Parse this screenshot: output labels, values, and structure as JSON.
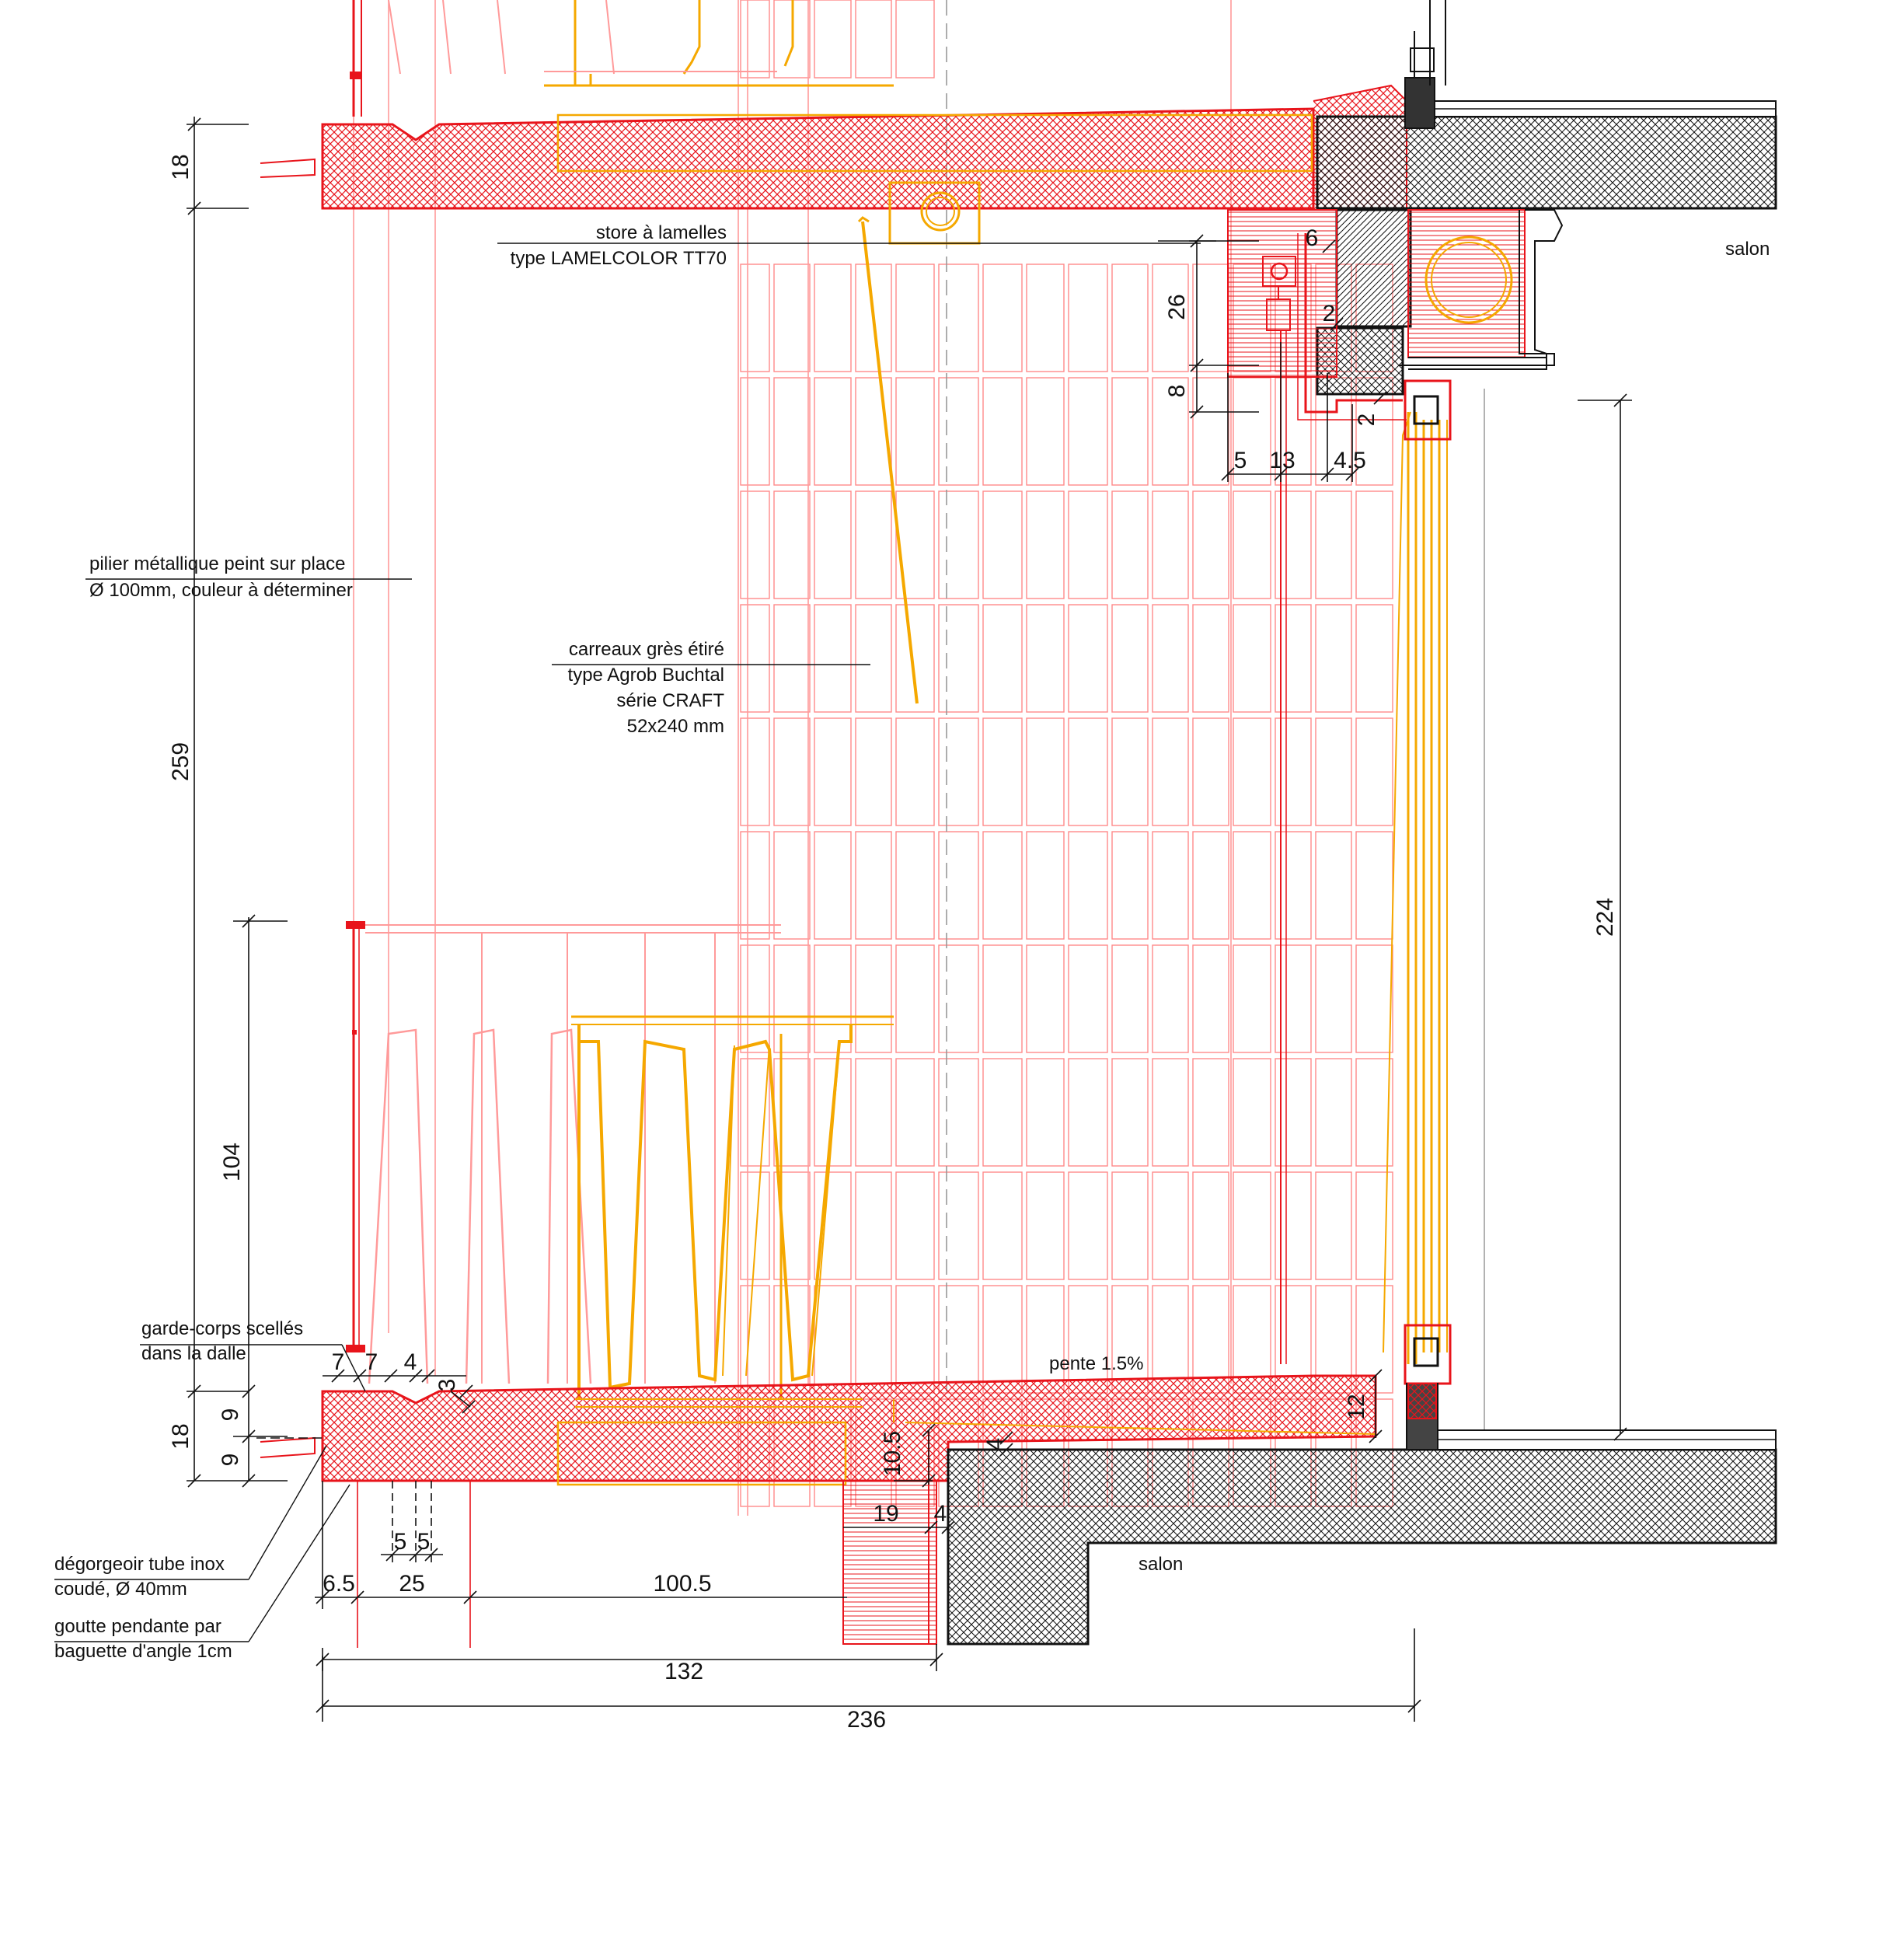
{
  "labels": {
    "store_line1": "store à lamelles",
    "store_line2": "type LAMELCOLOR TT70",
    "pilier_line1": "pilier métallique peint sur place",
    "pilier_line2": "Ø 100mm, couleur à déterminer",
    "carreaux_line1": "carreaux grès étiré",
    "carreaux_line2": "type Agrob Buchtal",
    "carreaux_line3": "série CRAFT",
    "carreaux_line4": "52x240 mm",
    "garde_line1": "garde-corps scellés",
    "garde_line2": "dans la dalle",
    "degorgeoir_line1": "dégorgeoir tube inox",
    "degorgeoir_line2": "coudé, Ø 40mm",
    "goutte_line1": "goutte pendante par",
    "goutte_line2": "baguette d'angle 1cm",
    "pente": "pente 1.5%",
    "salon_top": "salon",
    "salon_bottom": "salon"
  },
  "dimensions": {
    "d18_top": "18",
    "d259": "259",
    "d104": "104",
    "d18_bottom": "18",
    "d9_upper": "9",
    "d9_lower": "9",
    "d6": "6",
    "d26": "26",
    "d2_a": "2",
    "d8": "8",
    "d2_b": "2",
    "d5_top": "5",
    "d13": "13",
    "d4_5": "4.5",
    "d224": "224",
    "d7_a": "7",
    "d7_b": "7",
    "d4_a": "4",
    "d3": "3",
    "d12": "12",
    "d10_5": "10.5",
    "d4_b": "4",
    "d19": "19",
    "d4_c": "4",
    "d5_a": "5",
    "d5_b": "5",
    "d6_5": "6.5",
    "d25": "25",
    "d100_5": "100.5",
    "d132": "132",
    "d236": "236"
  },
  "colors": {
    "section_red": "#e8141b",
    "elevation_pink": "#ff8a8a",
    "railing_yellow": "#f5a800",
    "concrete_black": "#111111"
  }
}
